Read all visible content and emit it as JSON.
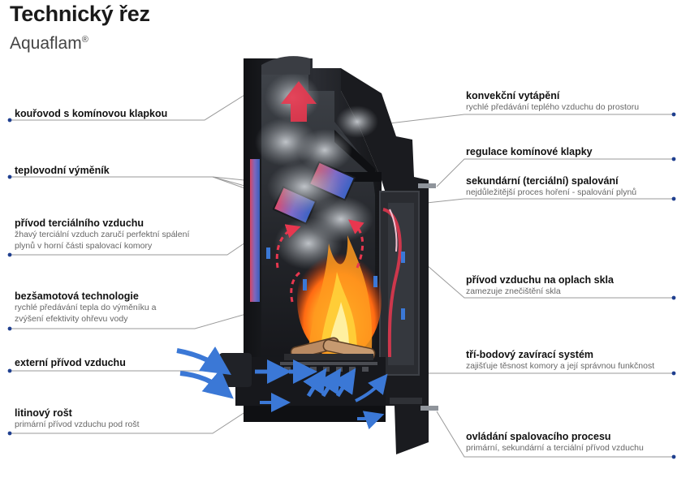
{
  "header": {
    "title": "Technický řez",
    "subtitle": "Aquaflam",
    "subtitle_mark": "®"
  },
  "labels_left": [
    {
      "title": "kouřovod s komínovou klapkou",
      "desc": []
    },
    {
      "title": "teplovodní výměník",
      "desc": []
    },
    {
      "title": "přívod terciálního vzduchu",
      "desc": [
        "žhavý terciální vzduch zaručí perfektní spálení",
        "plynů v horní části spalovací komory"
      ]
    },
    {
      "title": "bezšamotová technologie",
      "desc": [
        "rychlé předávání tepla do výměníku a",
        "zvýšení efektivity ohřevu vody"
      ]
    },
    {
      "title": "externí přívod vzduchu",
      "desc": []
    },
    {
      "title": "litinový rošt",
      "desc": [
        "primární přívod vzduchu pod rošt"
      ]
    }
  ],
  "labels_right": [
    {
      "title": "konvekční vytápění",
      "desc": [
        "rychlé předávání teplého vzduchu do prostoru"
      ]
    },
    {
      "title": "regulace komínové klapky",
      "desc": []
    },
    {
      "title": "sekundární (terciální) spalování",
      "desc": [
        "nejdůležitější proces hoření - spalování plynů"
      ]
    },
    {
      "title": "přívod vzduchu na oplach skla",
      "desc": [
        "zamezuje znečištění skla"
      ]
    },
    {
      "title": "tří-bodový zavírací systém",
      "desc": [
        "zajišťuje těsnost komory a její správnou funkčnost"
      ]
    },
    {
      "title": "ovládání spalovacího procesu",
      "desc": [
        "primární, sekundární a terciální přívod vzduchu"
      ]
    }
  ],
  "colors": {
    "leader_line": "#9a9a9a",
    "dot": "#1f3f8f",
    "stove_body": "#1c1d20",
    "hot_air": "#e8374f",
    "cold_air": "#3b78d6",
    "exchanger": "#8a6fc0",
    "flame": "#ff8a1a",
    "smoke": "#9ea3a8"
  }
}
